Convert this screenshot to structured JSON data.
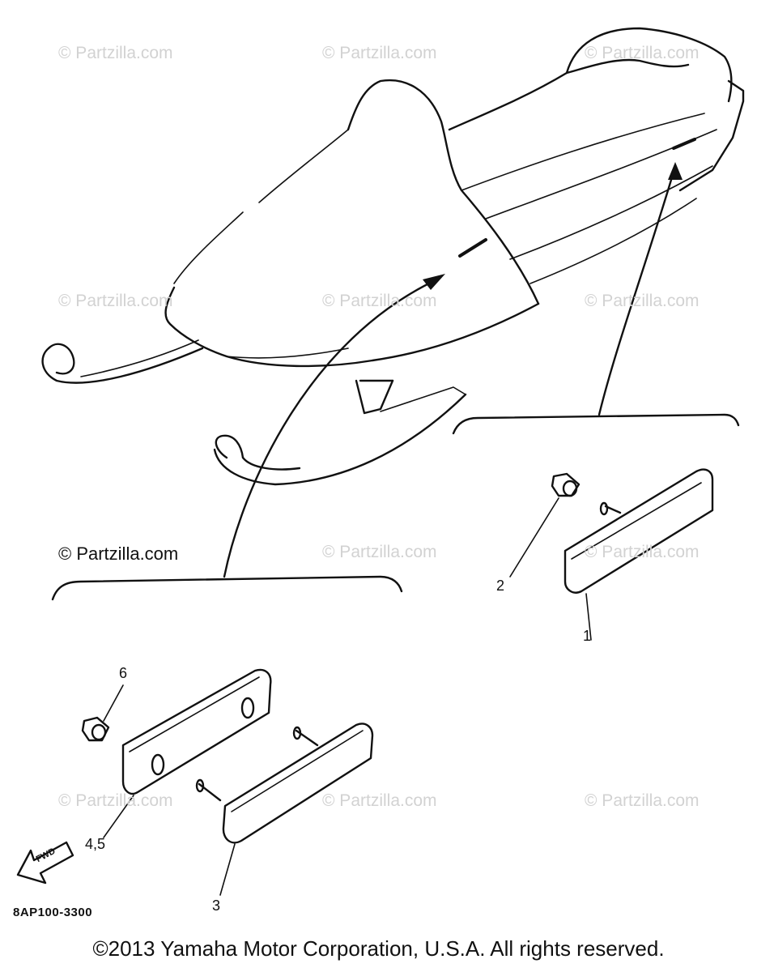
{
  "watermarks": {
    "faint": [
      "© Partzilla.com",
      "© Partzilla.com",
      "© Partzilla.com",
      "© Partzilla.com",
      "© Partzilla.com",
      "© Partzilla.com",
      "© Partzilla.com",
      "© Partzilla.com",
      "© Partzilla.com",
      "© Partzilla.com",
      "© Partzilla.com"
    ],
    "strong": "© Partzilla.com"
  },
  "callouts": {
    "part_1": "1",
    "part_2": "2",
    "part_3": "3",
    "part_4_5": "4,5",
    "part_6": "6"
  },
  "fwd_label": "FWD",
  "drawing_code": "8AP100-3300",
  "copyright": "©2013 Yamaha Motor Corporation, U.S.A. All rights reserved."
}
